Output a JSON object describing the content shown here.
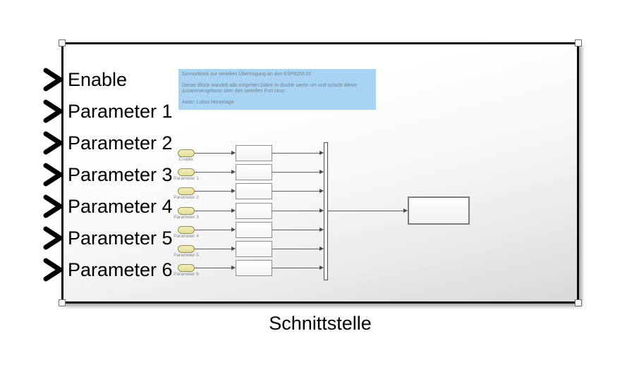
{
  "diagram": {
    "block_label": "Schnittstelle"
  },
  "annotation": {
    "title": "Sensorblock zur seriellen Übertragung an den ESP8266 01",
    "body": "Dieser Block wandelt alle eingehen Daten in double werte um und schickt dieser zusammengefasst über den seriellen Port raus.",
    "author": "Autor: Lukas Honerlage",
    "bg_color": "#a9d3f2",
    "text_color": "#72858f"
  },
  "ports": [
    {
      "label": "Enable"
    },
    {
      "label": "Parameter 1"
    },
    {
      "label": "Parameter 2"
    },
    {
      "label": "Parameter 3"
    },
    {
      "label": "Parameter 4"
    },
    {
      "label": "Parameter 5"
    },
    {
      "label": "Parameter 6"
    }
  ],
  "colors": {
    "selection_border": "#000000",
    "inport_fill": "#e9e3a0",
    "inport_border": "#908d5e",
    "annotation_bg": "#a9d3f2",
    "wire": "#606060",
    "block_fill_top": "#ffffff",
    "block_fill_bottom": "#d9d9d9"
  }
}
